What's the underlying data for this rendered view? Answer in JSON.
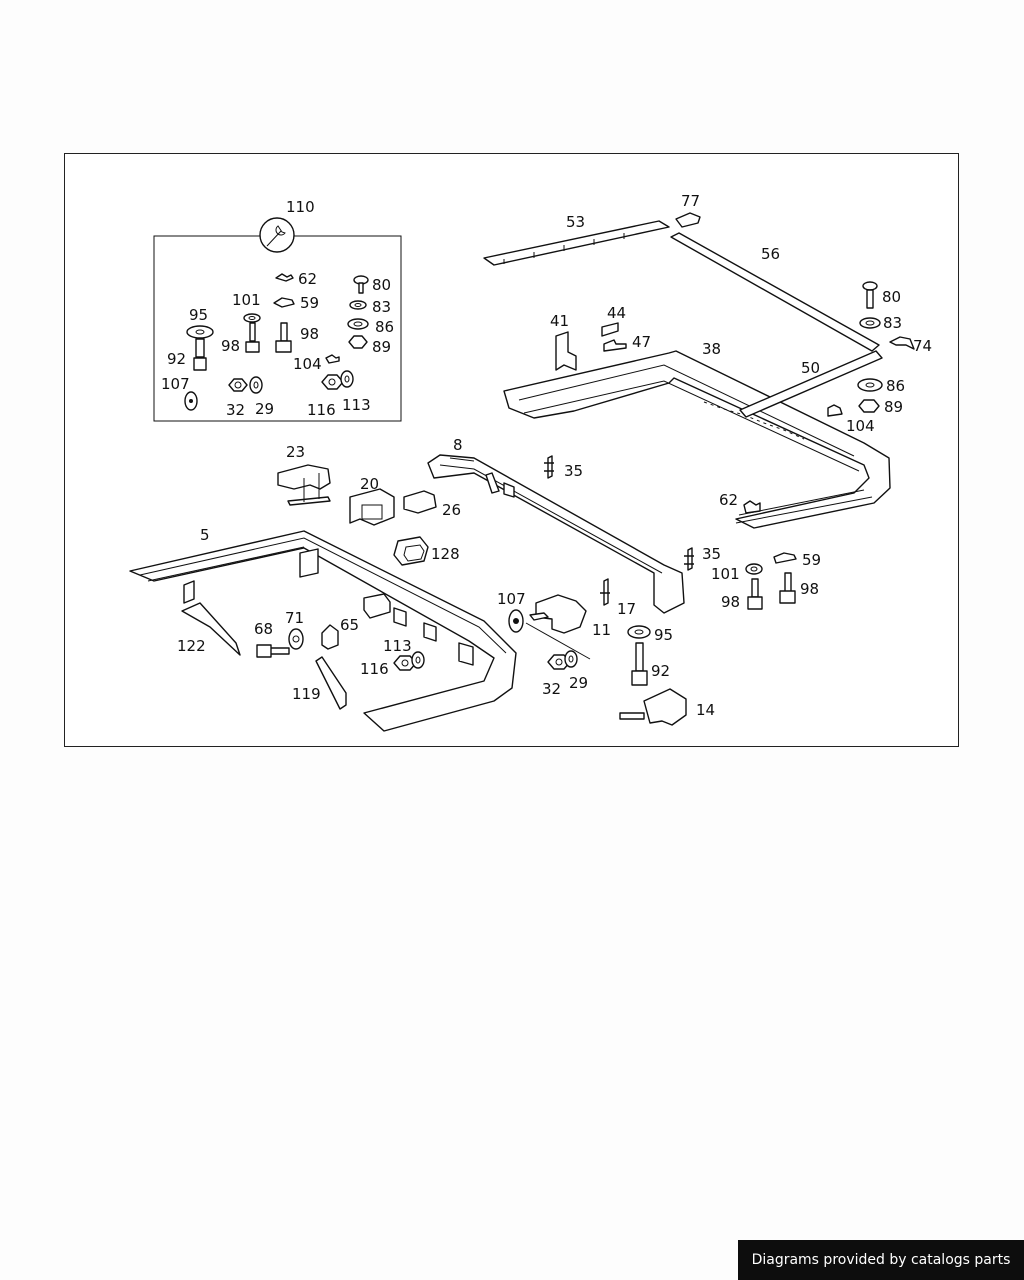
{
  "diagram": {
    "callouts": {
      "c110": "110",
      "c62a": "62",
      "c59a": "59",
      "c80a": "80",
      "c83a": "83",
      "c95a": "95",
      "c101a": "101",
      "c98a": "98",
      "c98b": "98",
      "c86a": "86",
      "c92a": "92",
      "c89a": "89",
      "c104a": "104",
      "c107a": "107",
      "c32a": "32",
      "c29a": "29",
      "c116a": "116",
      "c113a": "113",
      "c77": "77",
      "c53": "53",
      "c56": "56",
      "c80b": "80",
      "c83b": "83",
      "c74": "74",
      "c41": "41",
      "c44": "44",
      "c47": "47",
      "c38": "38",
      "c50": "50",
      "c86b": "86",
      "c89b": "89",
      "c104b": "104",
      "c23": "23",
      "c8": "8",
      "c35a": "35",
      "c20": "20",
      "c26": "26",
      "c128": "128",
      "c62b": "62",
      "c35b": "35",
      "c59b": "59",
      "c101b": "101",
      "c98c": "98",
      "c98d": "98",
      "c5": "5",
      "c107b": "107",
      "c17": "17",
      "c11": "11",
      "c95b": "95",
      "c68": "68",
      "c71": "71",
      "c65": "65",
      "c122": "122",
      "c113b": "113",
      "c116b": "116",
      "c92b": "92",
      "c32b": "32",
      "c29b": "29",
      "c119": "119",
      "c14": "14"
    },
    "icons": {
      "tool": "wrench-icon"
    }
  },
  "footer": {
    "credit": "Diagrams provided by catalogs parts"
  }
}
